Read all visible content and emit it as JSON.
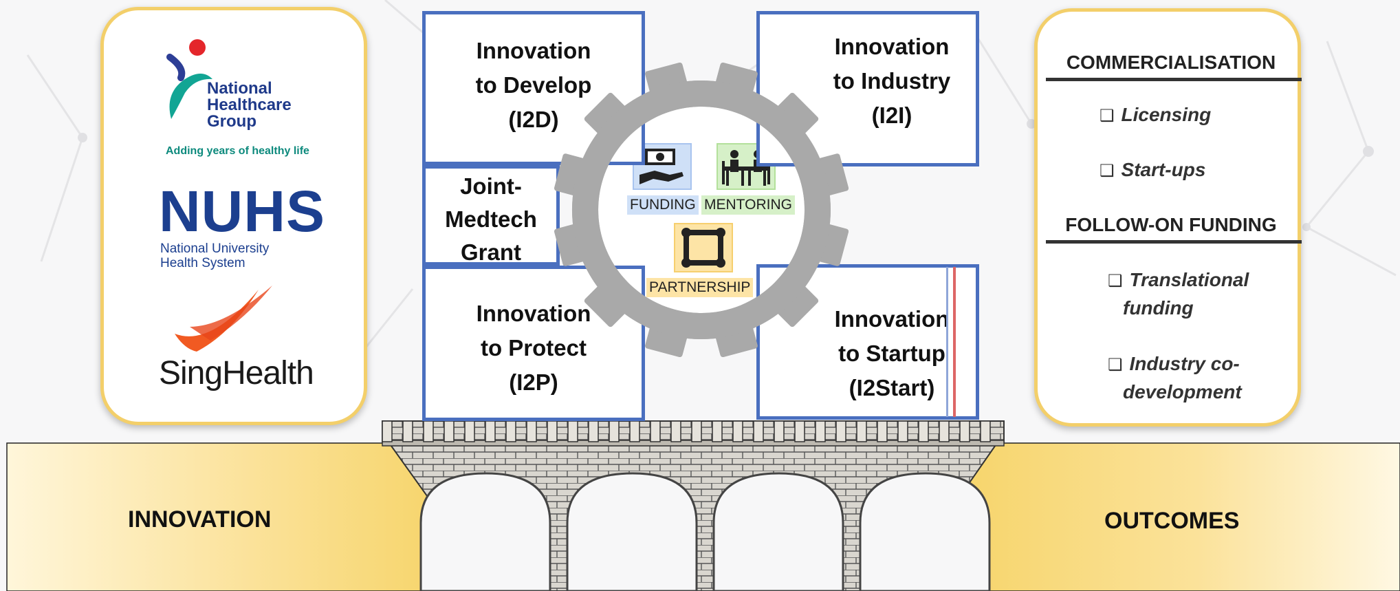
{
  "logos": {
    "nhg": {
      "line1": "National",
      "line2": "Healthcare",
      "line3": "Group",
      "tagline": "Adding years of healthy life"
    },
    "nuhs": {
      "acronym": "NUHS",
      "line1": "National University",
      "line2": "Health System"
    },
    "singhealth": {
      "name": "SingHealth"
    }
  },
  "programmes": {
    "i2d": "Innovation\nto Develop\n(I2D)",
    "joint": "Joint-\nMedtech\nGrant",
    "i2p": "Innovation\nto Protect\n(I2P)",
    "i2i": "Innovation\nto Industry\n(I2I)",
    "i2start": "Innovation\nto Startup\n(I2Start)"
  },
  "gear": {
    "funding": "FUNDING",
    "mentoring": "MENTORING",
    "partnership": "PARTNERSHIP"
  },
  "outcomes": {
    "commercialisation": {
      "heading": "COMMERCIALISATION",
      "items": [
        "Licensing",
        "Start-ups"
      ]
    },
    "follow_on": {
      "heading": "FOLLOW-ON FUNDING",
      "items": [
        [
          "Translational",
          "funding"
        ],
        [
          "Industry co-",
          "development"
        ]
      ]
    }
  },
  "ground": {
    "left": "INNOVATION",
    "right": "OUTCOMES"
  },
  "colors": {
    "gold": "#f3cf6a",
    "program_border": "#4a6fbf",
    "gear": "#a9a9a9",
    "funding_tint": "#cfe0f7",
    "mentoring_tint": "#d6f0c8",
    "partnership_tint": "#fde4a6"
  }
}
